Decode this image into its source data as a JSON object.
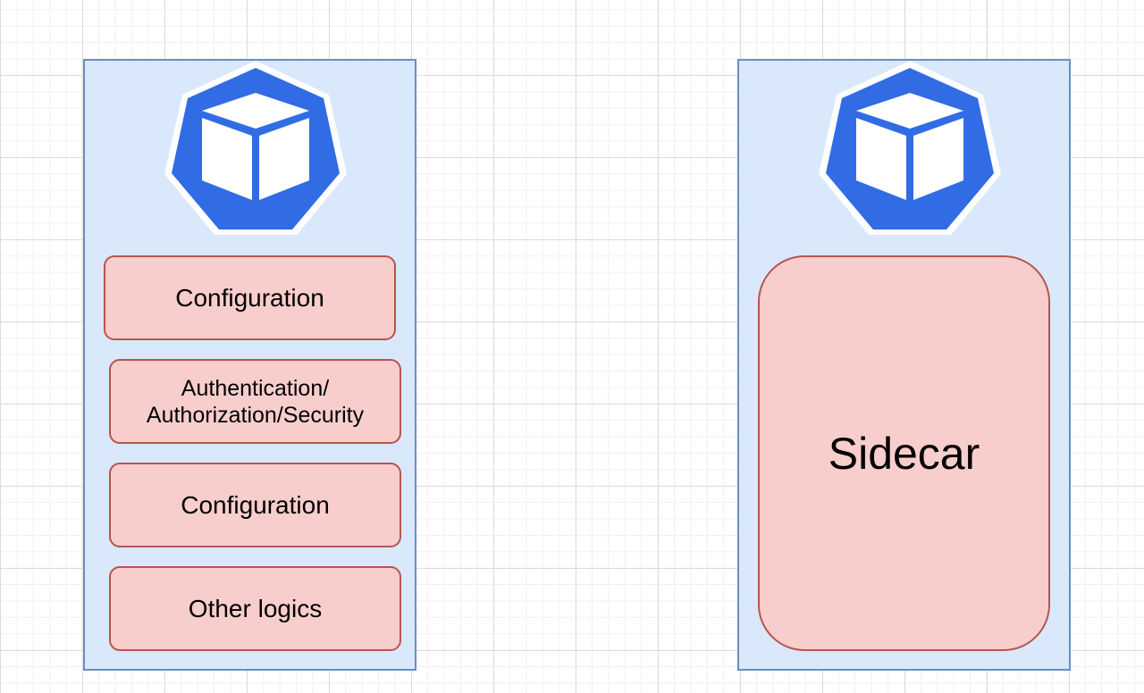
{
  "left_pod": {
    "icon": "kubernetes-pod-cube-icon",
    "boxes": [
      "Configuration",
      "Authentication/\nAuthorization/Security",
      "Configuration",
      "Other logics"
    ]
  },
  "right_pod": {
    "icon": "kubernetes-pod-cube-icon",
    "sidecar_label": "Sidecar"
  },
  "colors": {
    "container_fill": "#dae8fc",
    "container_border": "#6c8ebf",
    "box_fill": "#f8cecc",
    "box_border": "#b85450",
    "icon_blue": "#326ce5"
  }
}
